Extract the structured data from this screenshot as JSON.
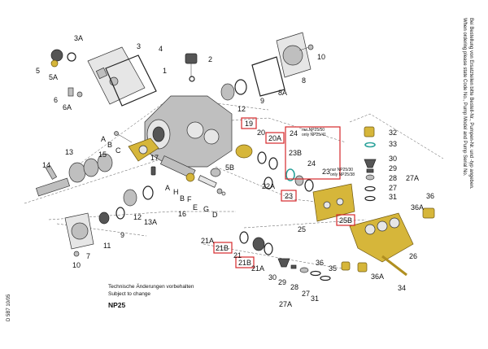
{
  "labels": {
    "p1": "1",
    "p2": "2",
    "p3": "3",
    "p3a": "3A",
    "p4": "4",
    "p5": "5",
    "p5a": "5A",
    "p6": "6",
    "p6a": "6A",
    "p7": "7",
    "p8": "8",
    "p8a": "8A",
    "p9a": "9",
    "p9b": "9",
    "p10a": "10",
    "p10b": "10",
    "p11": "11",
    "p12a": "12",
    "p12b": "12",
    "p13": "13",
    "p13a": "13A",
    "p14": "14",
    "p15": "15",
    "p16": "16",
    "p17": "17",
    "p20": "20",
    "p21": "21",
    "p21a1": "21A",
    "p21a2": "21A",
    "p22a": "22A",
    "p23b": "23B",
    "p24": "24",
    "p24b": "24",
    "p23r": "23",
    "p25": "25",
    "p26": "26",
    "p27a": "27",
    "p27b": "27",
    "p27c": "27A",
    "p27d": "27A",
    "p28a": "28",
    "p28b": "28",
    "p29a": "29",
    "p29b": "29",
    "p30a": "30",
    "p30b": "30",
    "p31a": "31",
    "p31b": "31",
    "p32": "32",
    "p33": "33",
    "p34": "34",
    "p35": "35",
    "p36a": "36",
    "p36b": "36",
    "p36c": "36A",
    "p36d": "36A",
    "p5b": "5B",
    "lA1": "A",
    "lB1": "B",
    "lC1": "C",
    "lA2": "A",
    "lB2": "B",
    "lF": "F",
    "lE": "E",
    "lG": "G",
    "lD": "D",
    "lH": "H"
  },
  "highlighted_labels": {
    "h19": "19",
    "h20a": "20A",
    "h23": "23",
    "h24": "24",
    "h21b1": "21B",
    "h21b2": "21B",
    "h25b": "25B"
  },
  "notes": {
    "n24a": "nur NP25/50",
    "n24b": "only NP25/41",
    "n23a": "nur NP25/30",
    "n23b": "only NP25/38"
  },
  "footer": {
    "line1": "Technische Änderungen vorbehalten",
    "line2": "Subject to change",
    "model": "NP25"
  },
  "side_text": {
    "de": "Bei Bestellung von Ersatzteilen bitte Bestell-Nr., Pumpen-Nr. und -typ angeben.",
    "en": "When ordering please state Code No., Pump Model and Pump Serial No."
  },
  "doc_code": "D 5B7 10/05"
}
